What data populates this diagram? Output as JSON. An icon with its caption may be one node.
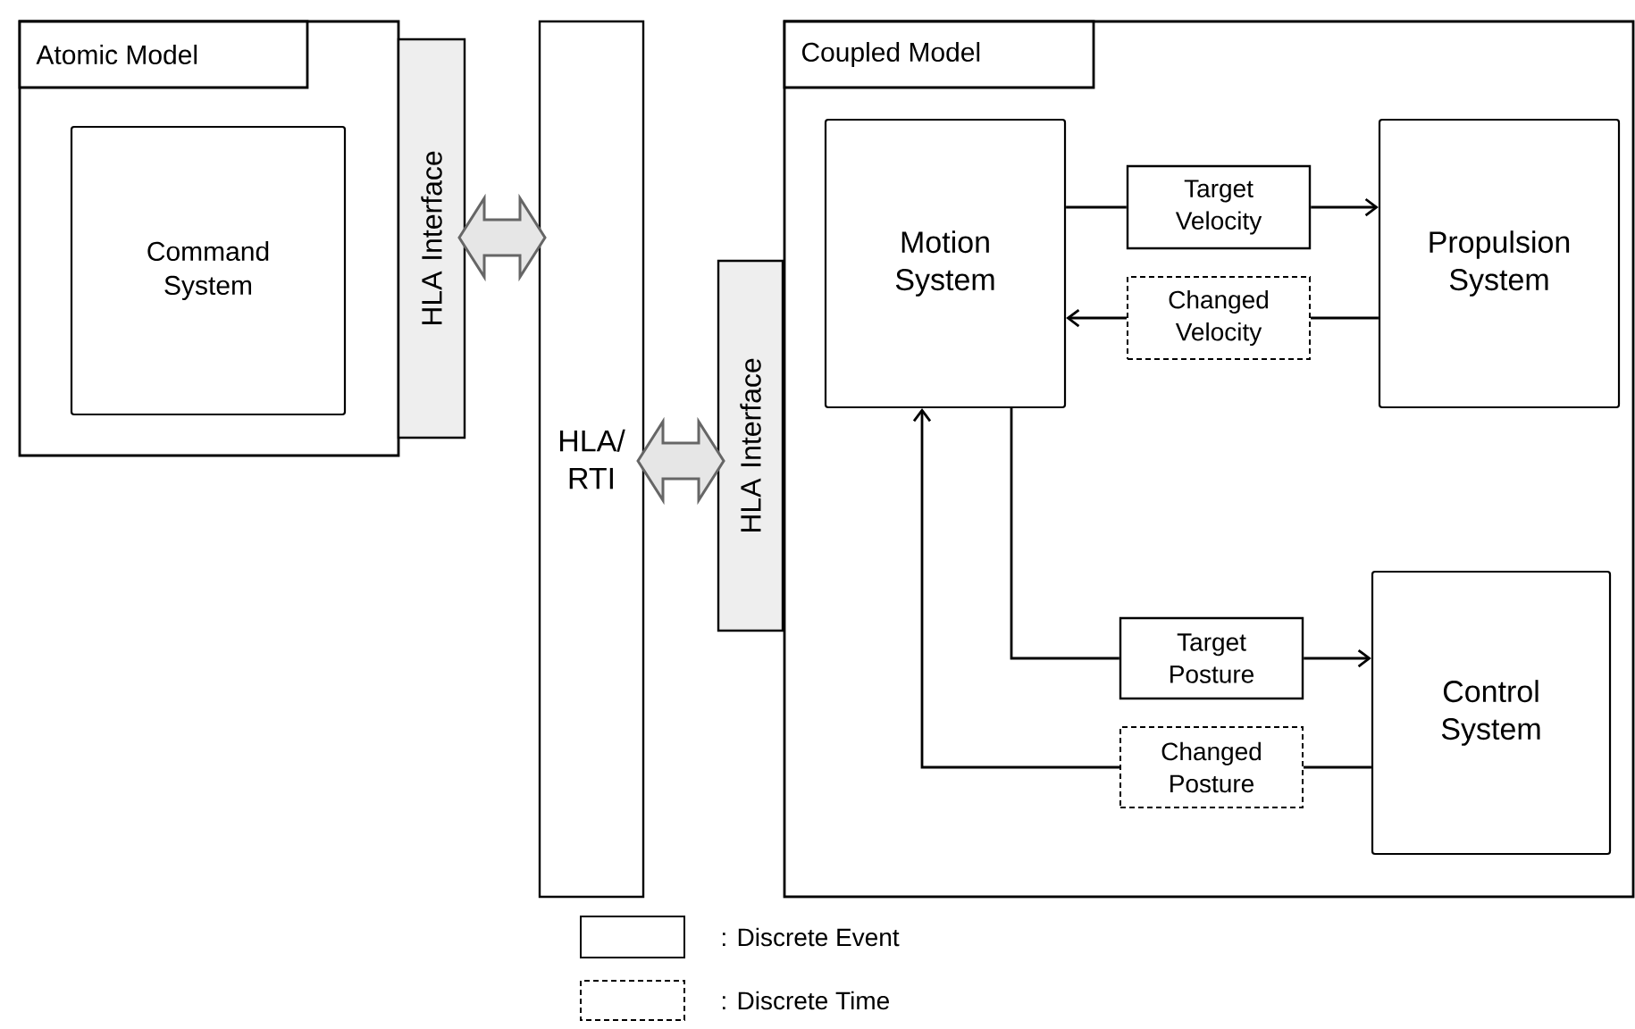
{
  "diagram": {
    "nodes": [
      {
        "text": [
          "Atomic Model"
        ]
      },
      {
        "text": [
          "Command System"
        ],
        "in": 0
      },
      {
        "text": [
          "HLA Interface"
        ]
      },
      {
        "text": [
          "HLA/ RTI"
        ]
      },
      {
        "text": [
          "HLA Interface"
        ]
      },
      {
        "text": [
          "Coupled Model"
        ]
      },
      {
        "text": [
          "Motion System"
        ],
        "in": 5
      },
      {
        "text": [
          "Target Velocity"
        ],
        "in": 5
      },
      {
        "text": [
          "Propulsion System"
        ],
        "in": 5
      },
      {
        "text": [
          "Changed Velocity"
        ],
        "in": 5
      },
      {
        "text": [
          "Target Posture"
        ],
        "in": 5
      },
      {
        "text": [
          "Control System"
        ],
        "in": 5
      },
      {
        "text": [
          "Changed Posture"
        ],
        "in": 5
      }
    ],
    "edges": [
      {
        "from": 2,
        "to": 3,
        "arrow": "both"
      },
      {
        "from": 3,
        "to": 4,
        "arrow": "both"
      },
      {
        "from": 6,
        "to": 7,
        "arrow": "none"
      },
      {
        "from": 7,
        "to": 8,
        "arrow": "to"
      },
      {
        "from": 8,
        "to": 9,
        "arrow": "none"
      },
      {
        "from": 9,
        "to": 6,
        "arrow": "to"
      },
      {
        "from": 6,
        "to": 10,
        "arrow": "none"
      },
      {
        "from": 10,
        "to": 11,
        "arrow": "to"
      },
      {
        "from": 11,
        "to": 12,
        "arrow": "none"
      },
      {
        "from": 12,
        "to": 6,
        "arrow": "to"
      }
    ],
    "legend": [
      {
        "text": ": Discrete Event"
      },
      {
        "text": ": Discrete Time"
      }
    ]
  }
}
